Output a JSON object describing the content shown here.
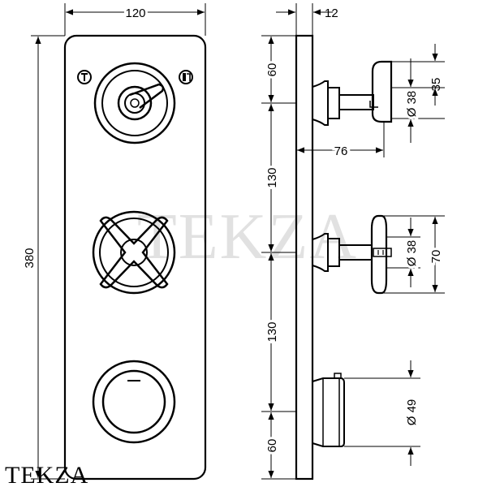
{
  "front_view": {
    "width_label": "120",
    "height_label": "380"
  },
  "side_view": {
    "plate_thickness_label": "12",
    "spacing_top_label": "60",
    "spacing_middle_label": "130",
    "spacing_lower_label": "130",
    "spacing_bottom_label": "60",
    "lever_height_label": "35",
    "lever_diameter_label": "Ø 38",
    "projection_label": "76",
    "cross_diameter_label": "Ø 38",
    "cross_height_label": "70",
    "knob_diameter_label": "Ø 49"
  },
  "watermark": "TEKZA",
  "brand_logo": "TEKZA"
}
